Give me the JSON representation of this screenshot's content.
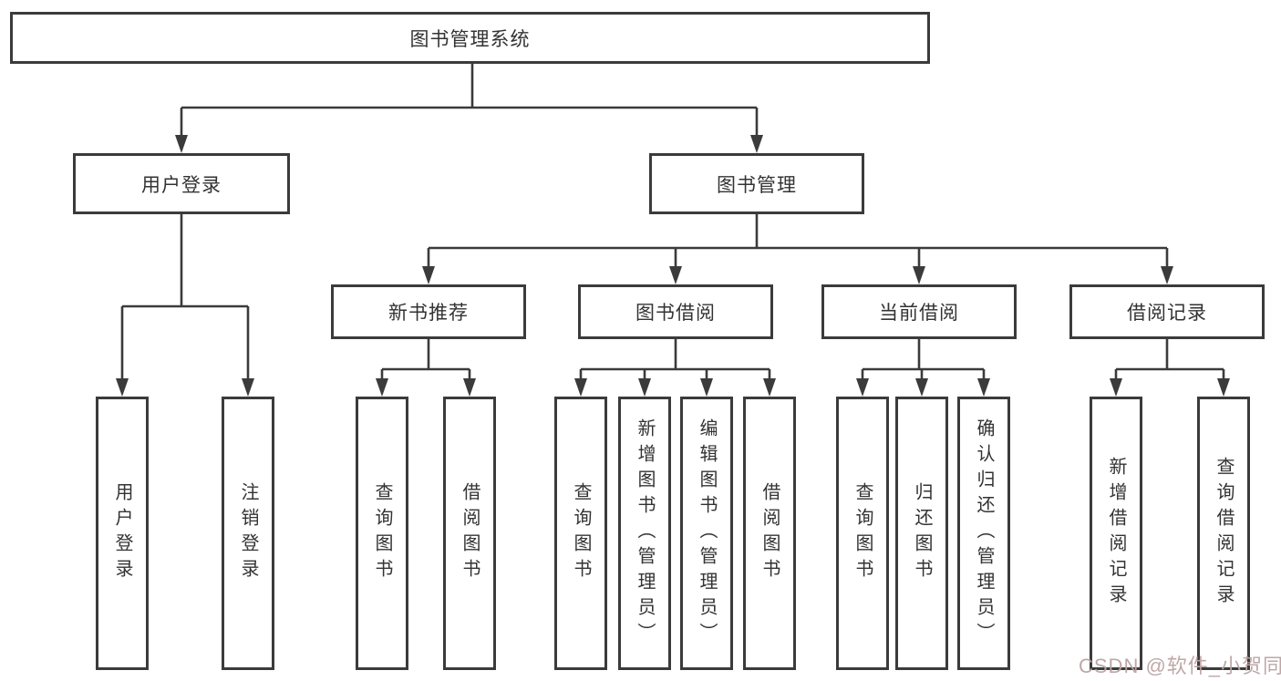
{
  "tree": {
    "label": "图书管理系统",
    "children": [
      {
        "label": "用户登录",
        "children": [
          {
            "label": "用户登录"
          },
          {
            "label": "注销登录"
          }
        ]
      },
      {
        "label": "图书管理",
        "children": [
          {
            "label": "新书推荐",
            "children": [
              {
                "label": "查询图书"
              },
              {
                "label": "借阅图书"
              }
            ]
          },
          {
            "label": "图书借阅",
            "children": [
              {
                "label": "查询图书"
              },
              {
                "label": "新增图书（管理员）"
              },
              {
                "label": "编辑图书（管理员）"
              },
              {
                "label": "借阅图书"
              }
            ]
          },
          {
            "label": "当前借阅",
            "children": [
              {
                "label": "查询图书"
              },
              {
                "label": "归还图书"
              },
              {
                "label": "确认归还（管理员）"
              }
            ]
          },
          {
            "label": "借阅记录",
            "children": [
              {
                "label": "新增借阅记录"
              },
              {
                "label": "查询借阅记录"
              }
            ]
          }
        ]
      }
    ]
  },
  "watermark": {
    "text": "CSDN @软件_小贺同学"
  },
  "colors": {
    "line": "#3b3b3b",
    "text": "#333333",
    "background": "#ffffff",
    "watermark": "#bca3a3"
  }
}
